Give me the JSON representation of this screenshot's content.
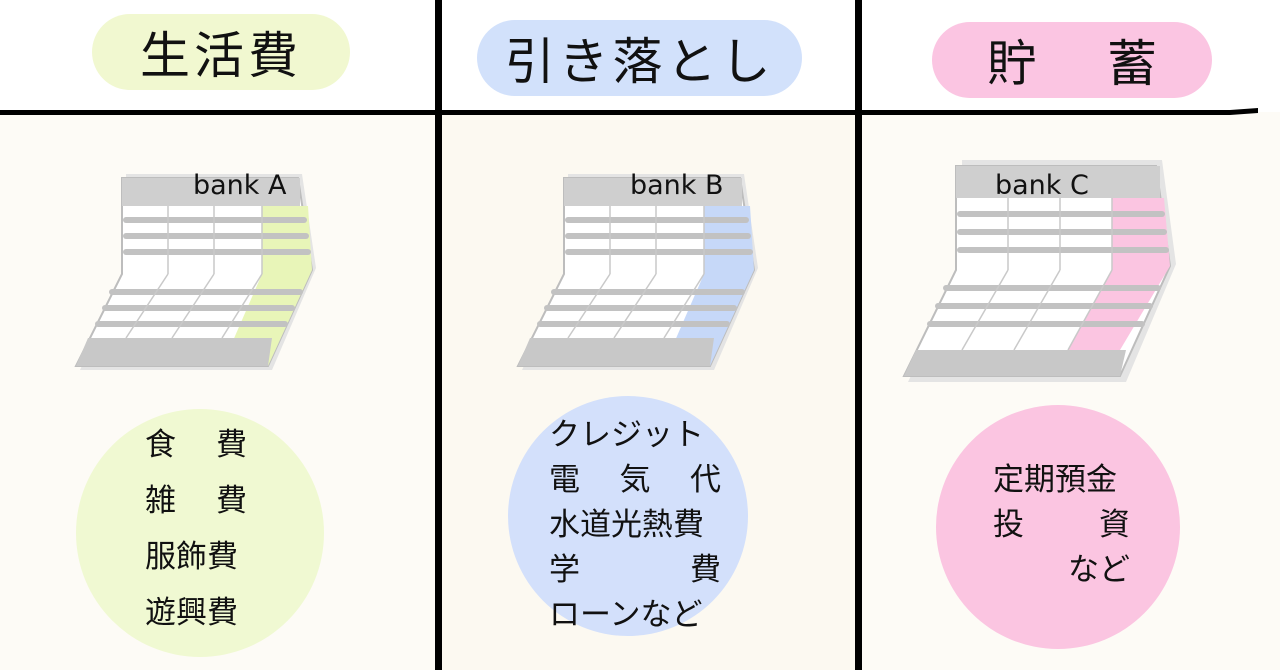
{
  "columns": [
    {
      "title": "生活費",
      "bank": "bank A",
      "accent": "#e8f5b8",
      "items": [
        [
          "食",
          "費"
        ],
        [
          "雑",
          "費"
        ],
        [
          "服飾費"
        ],
        [
          "遊興費"
        ]
      ]
    },
    {
      "title": "引き落とし",
      "bank": "bank B",
      "accent": "#c6d8f8",
      "items": [
        [
          "クレジット"
        ],
        [
          "電",
          "気",
          "代"
        ],
        [
          "水道光熱費"
        ],
        [
          "学",
          "費"
        ],
        [
          "ローンなど"
        ]
      ]
    },
    {
      "title": "貯蓄",
      "title_chars": [
        "貯",
        "蓄"
      ],
      "bank": "bank C",
      "accent": "#fbc5e1",
      "items": [
        [
          "定期預金"
        ],
        [
          "投",
          "資"
        ],
        [
          "など"
        ]
      ]
    }
  ]
}
